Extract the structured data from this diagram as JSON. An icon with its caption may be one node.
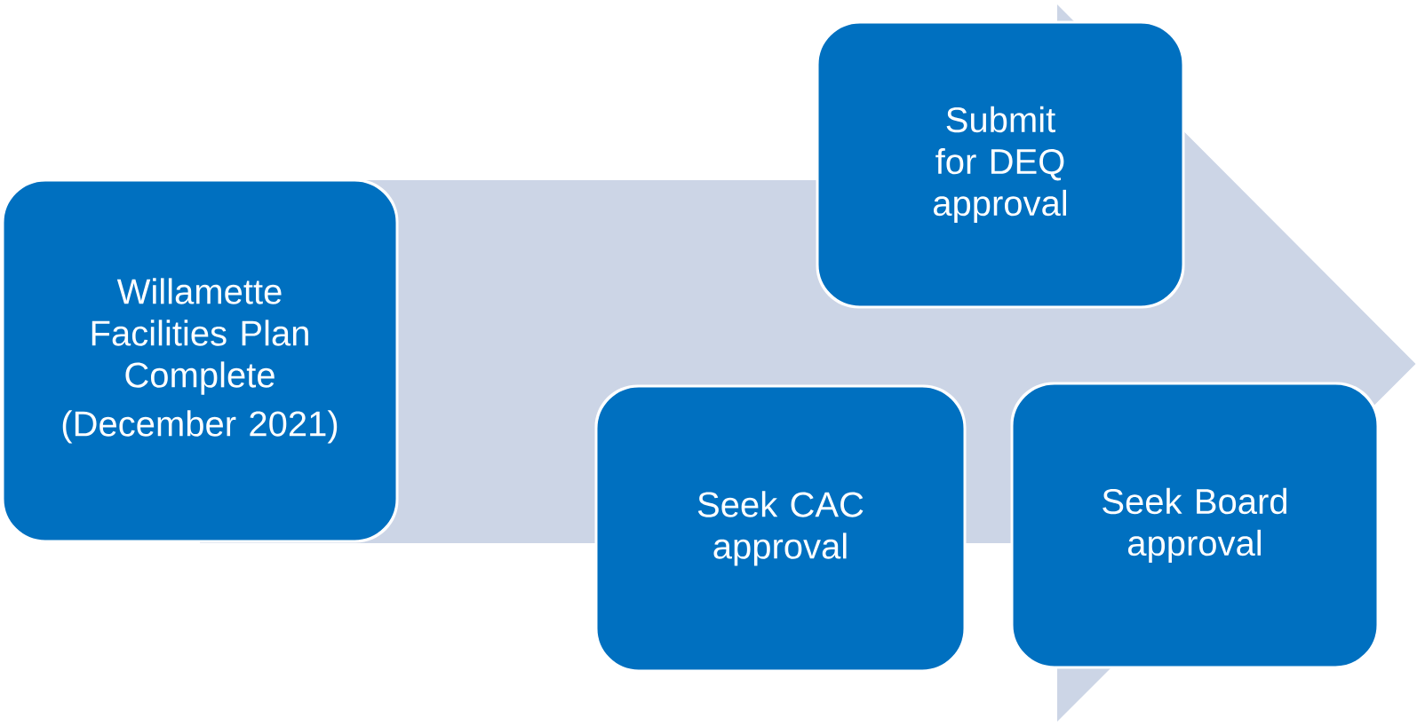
{
  "diagram": {
    "nodes": [
      {
        "text": [
          "Willamette Facilities Plan Complete",
          "(December 2021)"
        ]
      },
      {
        "text": [
          "Submit for DEQ approval"
        ]
      },
      {
        "text": [
          "Seek CAC approval"
        ]
      },
      {
        "text": [
          "Seek Board approval"
        ]
      }
    ],
    "edges": [
      {
        "from": 0,
        "to": 3,
        "arrow": "to"
      }
    ]
  }
}
